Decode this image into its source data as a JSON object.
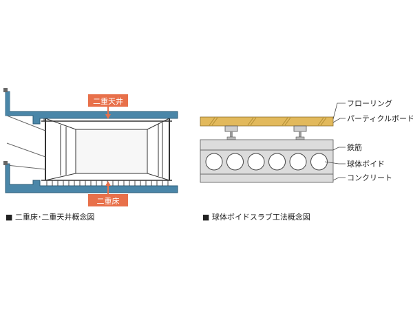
{
  "left_diagram": {
    "ceiling_tag": "二重天井",
    "floor_tag": "二重床",
    "caption": "■ 二重床･二重天井概念図"
  },
  "right_diagram": {
    "labels": {
      "flooring": "フローリング",
      "particle_board": "パーティクルボード",
      "rebar": "鉄筋",
      "void_sphere": "球体ボイド",
      "concrete": "コンクリート"
    },
    "caption": "■ 球体ボイドスラブ工法概念図",
    "void_count": 6
  },
  "colors": {
    "structure_blue": "#4a86a8",
    "tag_orange": "#e8704a",
    "wood": "#e2b95c",
    "slab_gray": "#dcdcdc",
    "line": "#555555"
  }
}
